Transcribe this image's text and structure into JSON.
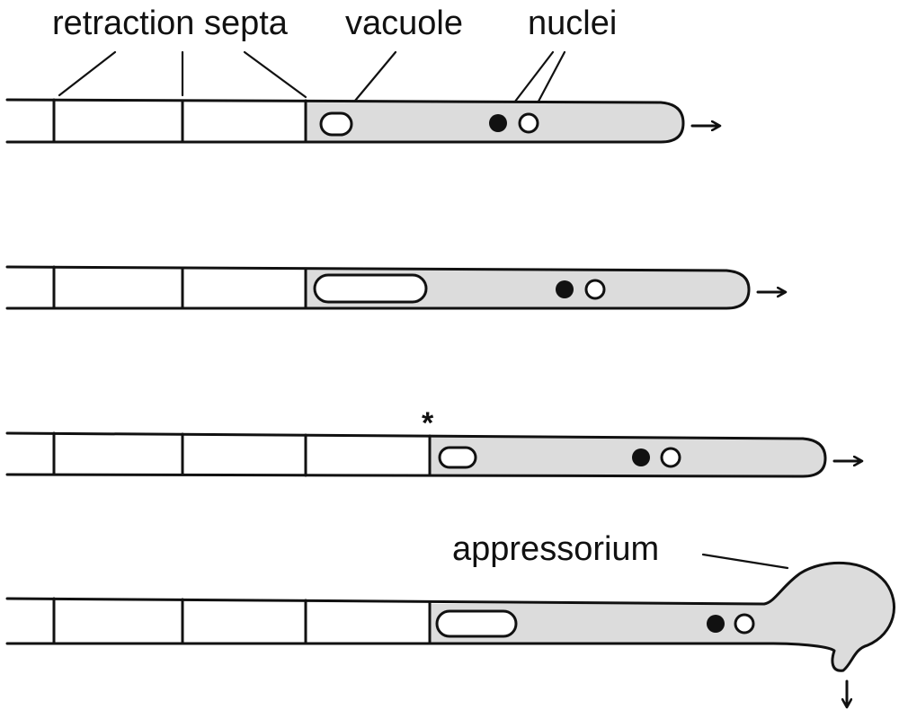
{
  "labels": {
    "retraction_septa": "retraction septa",
    "vacuole": "vacuole",
    "nuclei": "nuclei",
    "appressorium": "appressorium",
    "marker": "*"
  },
  "colors": {
    "cytoplasm": "#dcdcdc",
    "outline": "#111111",
    "background": "#ffffff",
    "nucleus_dark": "#111111",
    "nucleus_light": "#ffffff"
  },
  "panels": [
    {
      "stage": 1,
      "retraction_septa": 3,
      "growth": "forward",
      "vacuole": "small"
    },
    {
      "stage": 2,
      "retraction_septa": 3,
      "growth": "forward",
      "vacuole": "large"
    },
    {
      "stage": 3,
      "retraction_septa": 4,
      "growth": "forward",
      "vacuole": "small",
      "new_septum_marked": true
    },
    {
      "stage": 4,
      "retraction_septa": 4,
      "growth": "downward",
      "vacuole": "large",
      "appressorium": true
    }
  ]
}
